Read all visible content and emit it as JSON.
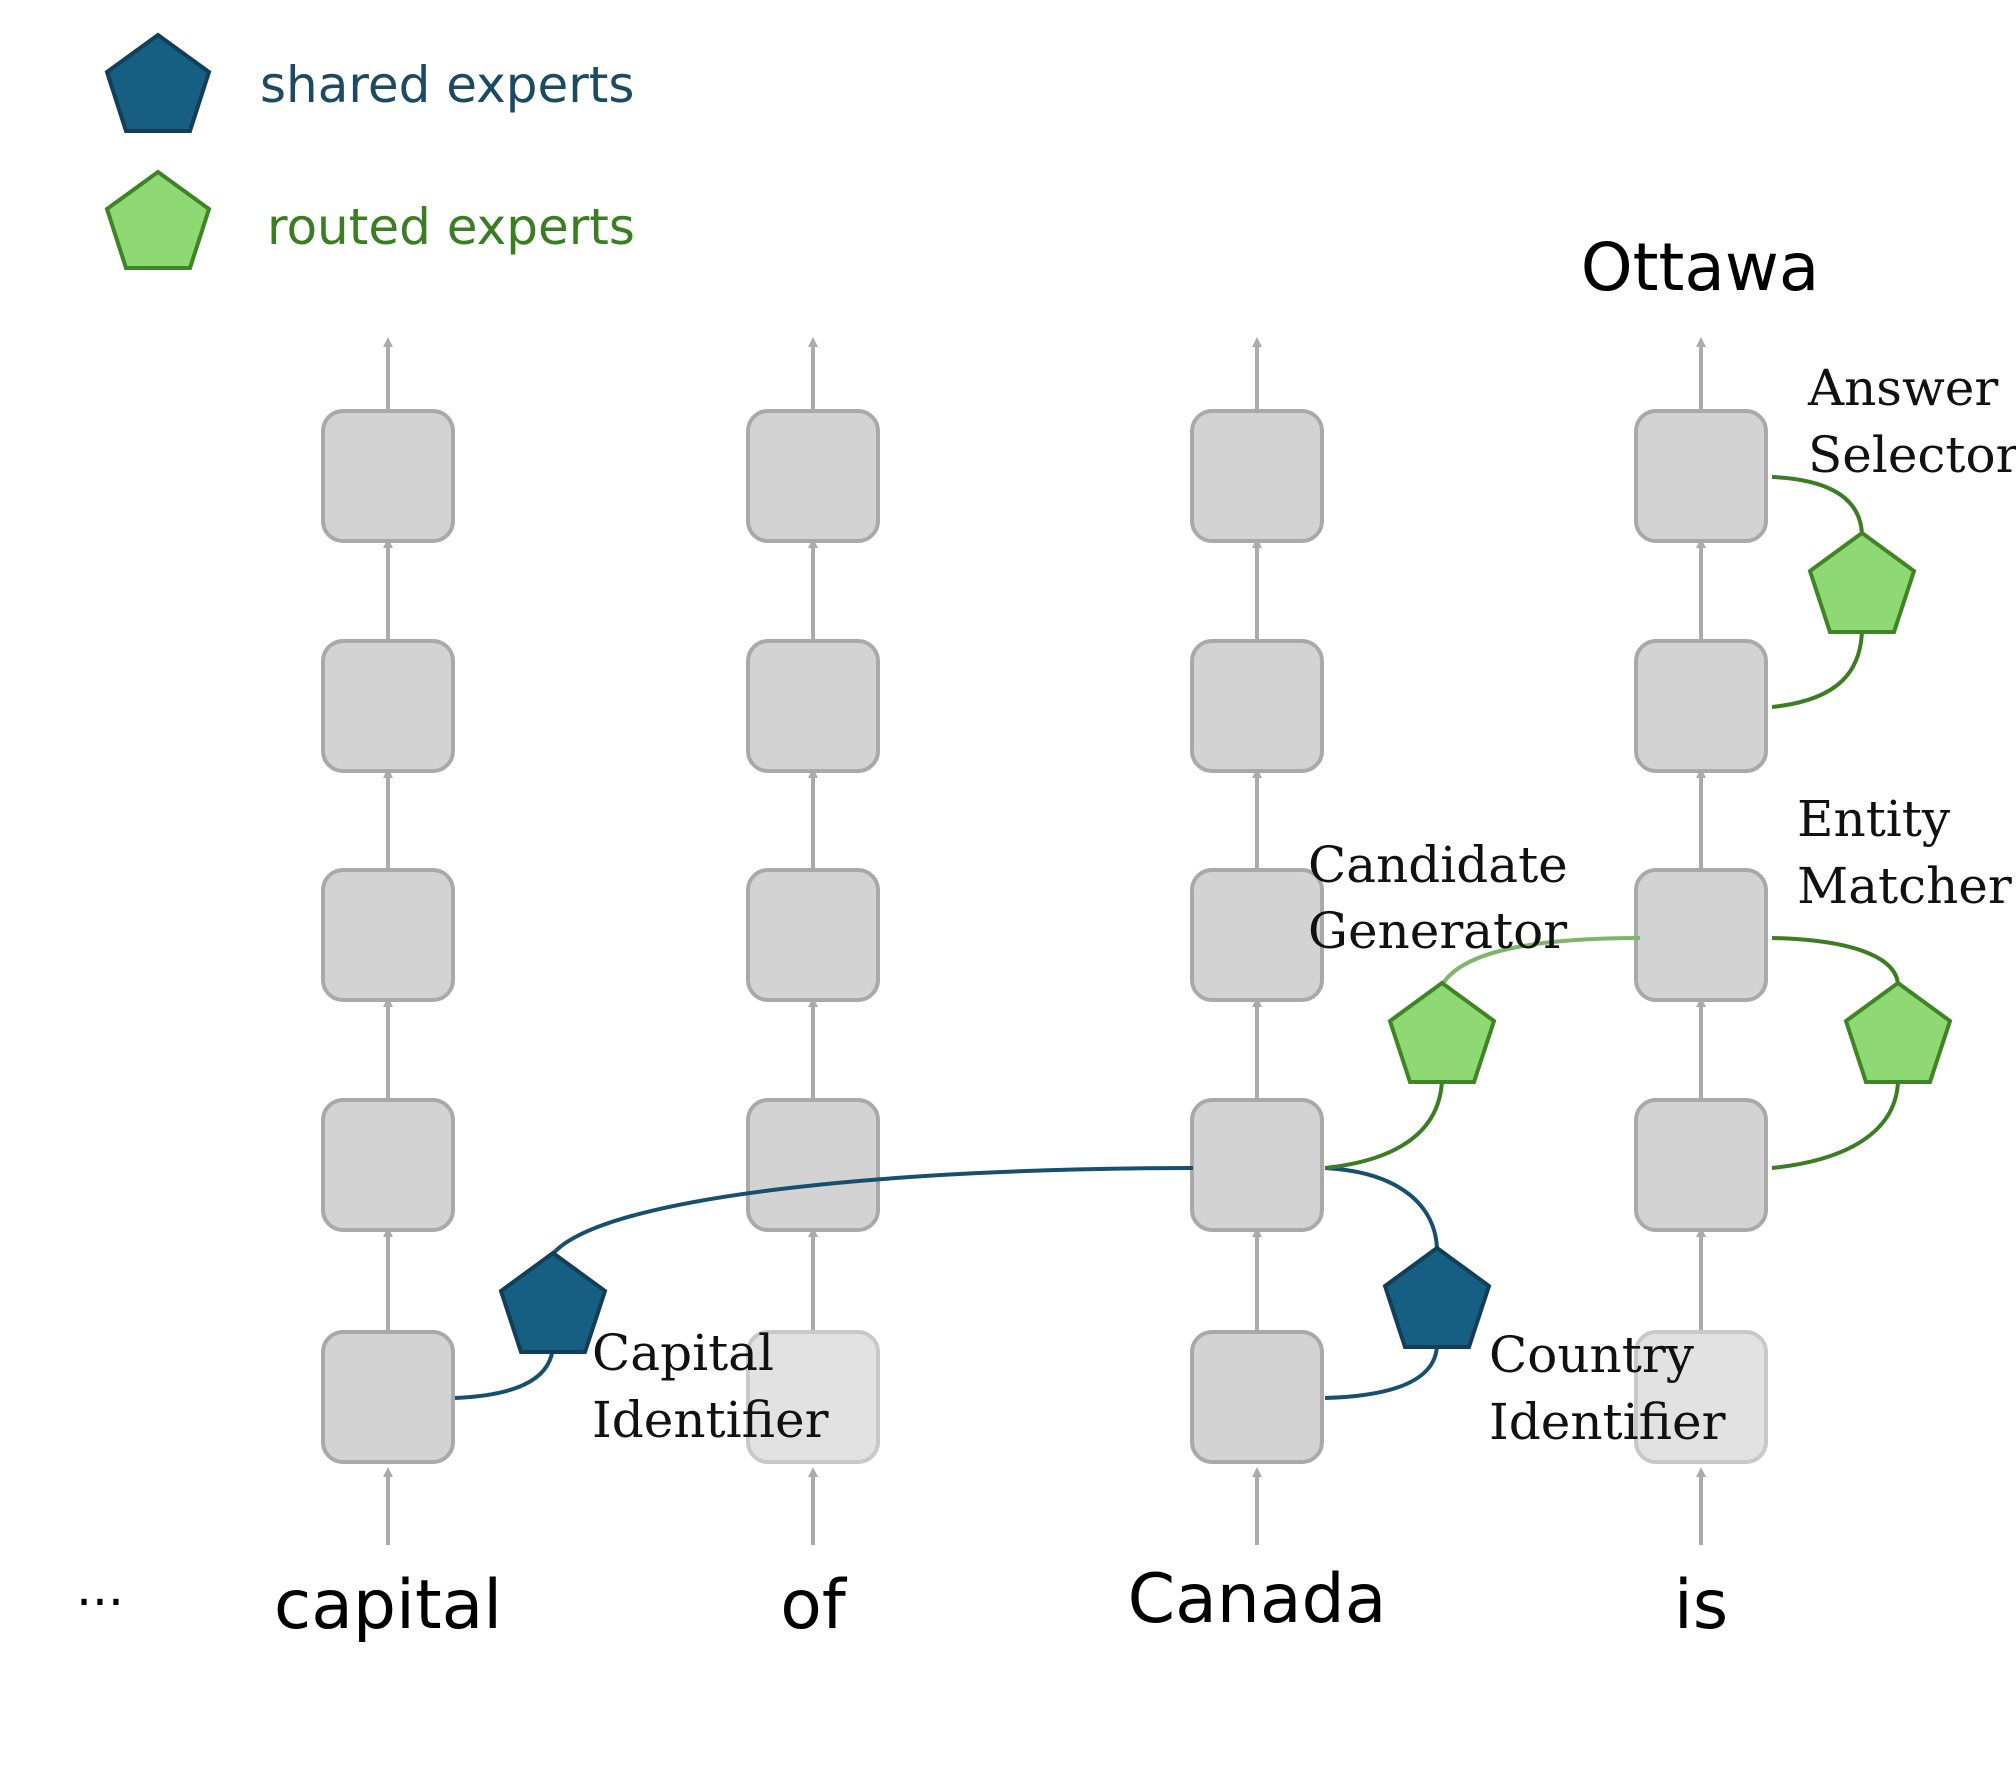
{
  "legend": {
    "shared_label": "shared experts",
    "routed_label": "routed experts"
  },
  "tokens": {
    "ellipsis": "...",
    "t1": "capital",
    "t2": "of",
    "t3": "Canada",
    "t4": "is"
  },
  "output": {
    "word": "Ottawa"
  },
  "experts": {
    "capital_identifier": [
      "Capital",
      "Identifier"
    ],
    "country_identifier": [
      "Country",
      "Identifier"
    ],
    "candidate_generator": [
      "Candidate",
      "Generator"
    ],
    "entity_matcher": [
      "Entity",
      "Matcher"
    ],
    "answer_selector": [
      "Answer",
      "Selector"
    ]
  },
  "colors": {
    "shared": "#175e83",
    "routed": "#8fd975",
    "shared_legend_text": "#1b4a63",
    "routed_legend_text": "#3a7d22"
  }
}
